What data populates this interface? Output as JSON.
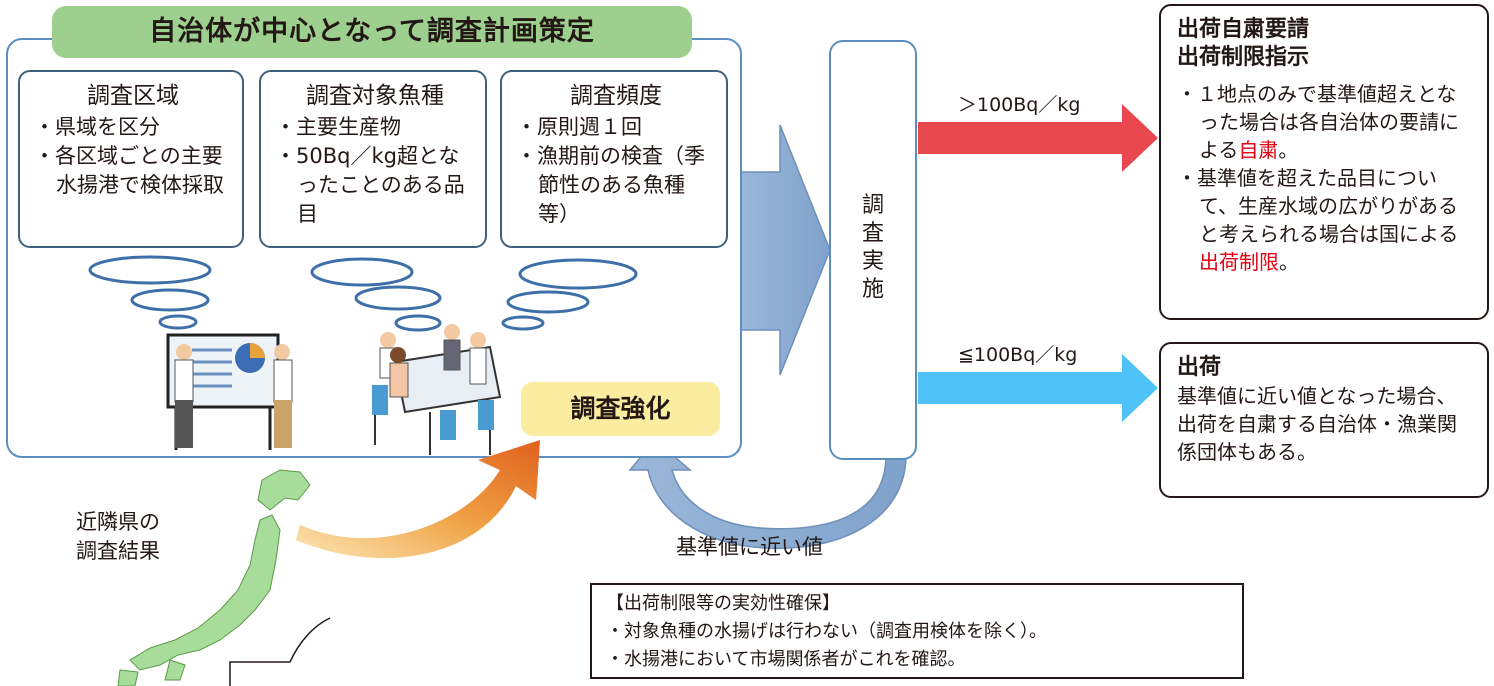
{
  "title": "自治体が中心となって調査計画策定",
  "boxes": [
    {
      "title": "調査区域",
      "items": [
        "県域を区分",
        "各区域ごとの主要水揚港で検体採取"
      ]
    },
    {
      "title": "調査対象魚種",
      "items": [
        "主要生産物",
        "50Bq／kg超となったことのある品目"
      ]
    },
    {
      "title": "調査頻度",
      "items": [
        "原則週１回",
        "漁期前の検査（季節性のある魚種等）"
      ]
    }
  ],
  "strengthen": "調査強化",
  "implementation": "調査実施",
  "neighbor_results": [
    "近隣県の",
    "調査結果"
  ],
  "near_value_label": "基準値に近い値",
  "threshold_over": "＞100Bq／kg",
  "threshold_under": "≦100Bq／kg",
  "restriction": {
    "title_lines": [
      "出荷自粛要請",
      "出荷制限指示"
    ],
    "bullet1_text": "１地点のみで基準値超えとなった場合は各自治体の要請による",
    "bullet1_emph": "自粛",
    "bullet1_end": "。",
    "bullet2_text": "基準値を超えた品目について、生産水域の広がりがあると考えられる場合は国による",
    "bullet2_emph": "出荷制限",
    "bullet2_end": "。"
  },
  "shipping": {
    "title": "出荷",
    "body": "基準値に近い値となった場合、出荷を自粛する自治体・漁業関係団体もある。"
  },
  "note": {
    "title": "【出荷制限等の実効性確保】",
    "items": [
      "対象魚種の水揚げは行わない（調査用検体を除く）。",
      "水揚港において市場関係者がこれを確認。"
    ]
  },
  "colors": {
    "banner": "#9dcf8f",
    "frame": "#5b8fc0",
    "red_arrow": "#e8474e",
    "blue_arrow": "#4fc3f7",
    "orange_arrow": "#e8702a",
    "strengthen_bg": "#fbeda0",
    "emphasis": "#e60012"
  }
}
